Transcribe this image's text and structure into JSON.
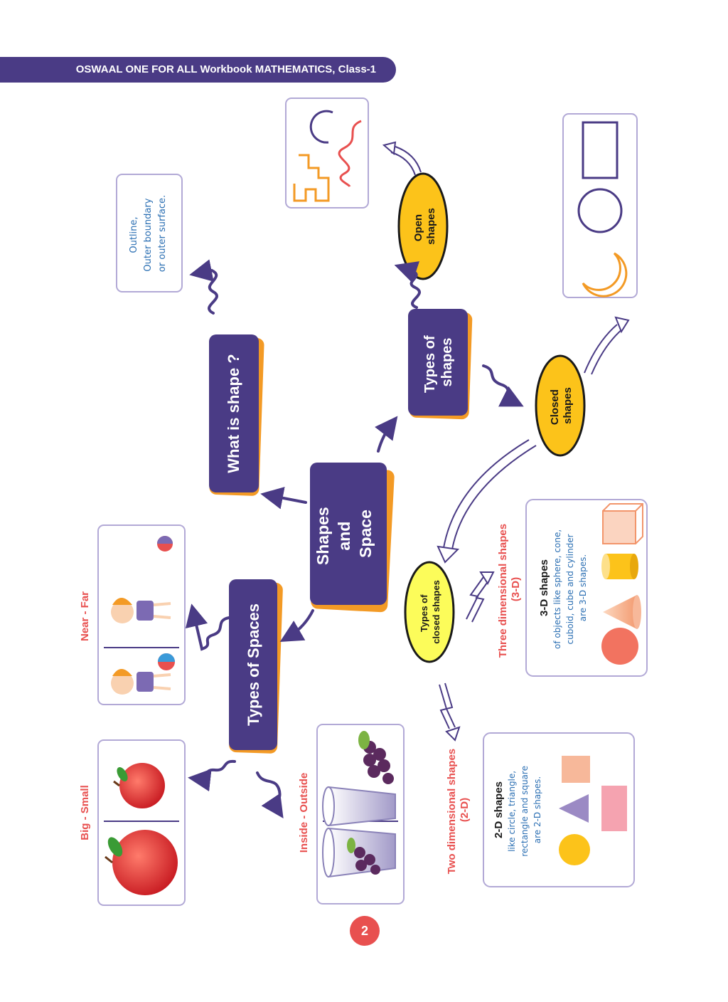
{
  "header": {
    "title": "OSWAAL ONE FOR ALL Workbook MATHEMATICS, Class-1"
  },
  "center": {
    "line1": "Shapes",
    "line2": "and",
    "line3": "Space"
  },
  "what_is_shape": {
    "label": "What is shape ?",
    "def1": "Outline,",
    "def2": "Outer boundary",
    "def3": "or outer surface."
  },
  "types_of_shapes": {
    "line1": "Types of",
    "line2": "shapes"
  },
  "open_shapes": {
    "line1": "Open",
    "line2": "shapes"
  },
  "closed_shapes": {
    "line1": "Closed",
    "line2": "shapes"
  },
  "types_closed": {
    "line1": "Types of",
    "line2": "closed shapes"
  },
  "three_d": {
    "caption1": "Three dimensional shapes",
    "caption2": "(3-D)",
    "title": "3-D shapes",
    "text1": "of objects like sphere, cone,",
    "text2": "cuboid, cube and cylinder",
    "text3": "are 3-D shapes."
  },
  "two_d": {
    "caption1": "Two dimensional shapes",
    "caption2": "(2-D)",
    "title": "2-D shapes",
    "text1": "like circle, triangle,",
    "text2": "rectangle and square",
    "text3": "are 2-D shapes."
  },
  "types_of_spaces": {
    "label": "Types of Spaces"
  },
  "near_far": {
    "label": "Near - Far"
  },
  "big_small": {
    "label": "Big - Small"
  },
  "inside_outside": {
    "label": "Inside - Outside"
  },
  "page_number": "2",
  "colors": {
    "purple": "#4a3b85",
    "orange": "#f39a25",
    "yellow": "#fcc31a",
    "title_red": "#e8504f",
    "blue_text": "#2b6fb3"
  }
}
